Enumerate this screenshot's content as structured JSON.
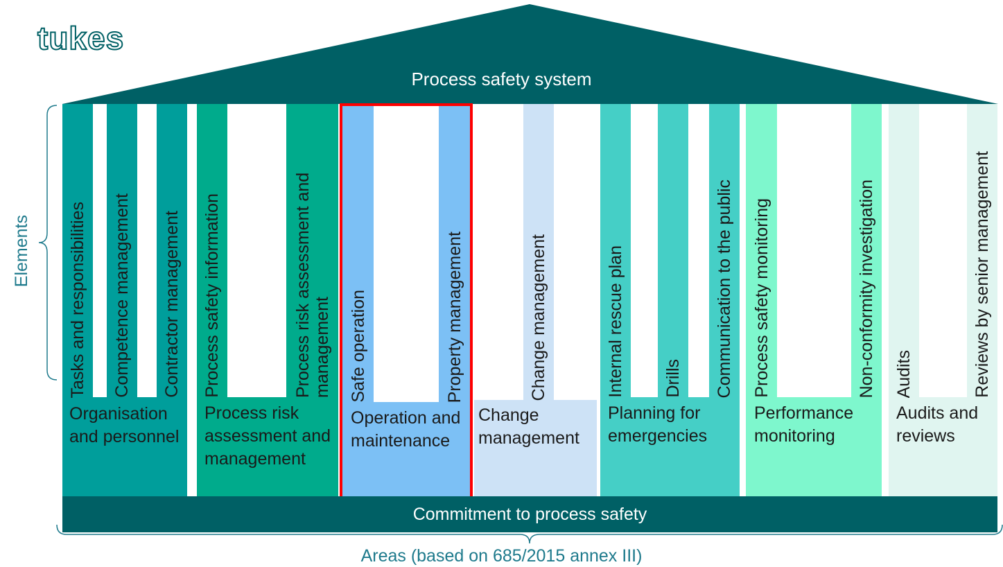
{
  "logo": "tukes",
  "roof_title": "Process safety system",
  "base_label": "Commitment to process safety",
  "elements_label": "Elements",
  "areas_label": "Areas (based on 685/2015 annex III)",
  "colors": {
    "dark_teal": "#006065",
    "highlight_border": "#ff0000",
    "label_blue": "#1e7a8c"
  },
  "areas": [
    {
      "label": "Organisation and personnel",
      "color": "#009e9b",
      "pillars": [
        "Tasks and responsibilities",
        "Competence management",
        "Contractor management"
      ]
    },
    {
      "label": "Process risk assessment and management",
      "color": "#00ab8c",
      "pillars": [
        "Process safety information",
        "Process risk assessment and management"
      ]
    },
    {
      "label": "Operation and maintenance",
      "color": "#7cc0f5",
      "highlighted": true,
      "pillars": [
        "Safe operation",
        "Property management"
      ]
    },
    {
      "label": "Change management",
      "color": "#cde2f6",
      "pillars": [
        "Change management"
      ]
    },
    {
      "label": "Planning for emergencies",
      "color": "#45cfc6",
      "pillars": [
        "Internal rescue plan",
        "Drills",
        "Communication to the public"
      ]
    },
    {
      "label": "Performance monitoring",
      "color": "#7ef7cd",
      "pillars": [
        "Process safety monitoring",
        "Non-conformity investigation"
      ]
    },
    {
      "label": "Audits and reviews",
      "color": "#e0f5f0",
      "pillars": [
        "Audits",
        "Reviews by senior management"
      ]
    }
  ]
}
